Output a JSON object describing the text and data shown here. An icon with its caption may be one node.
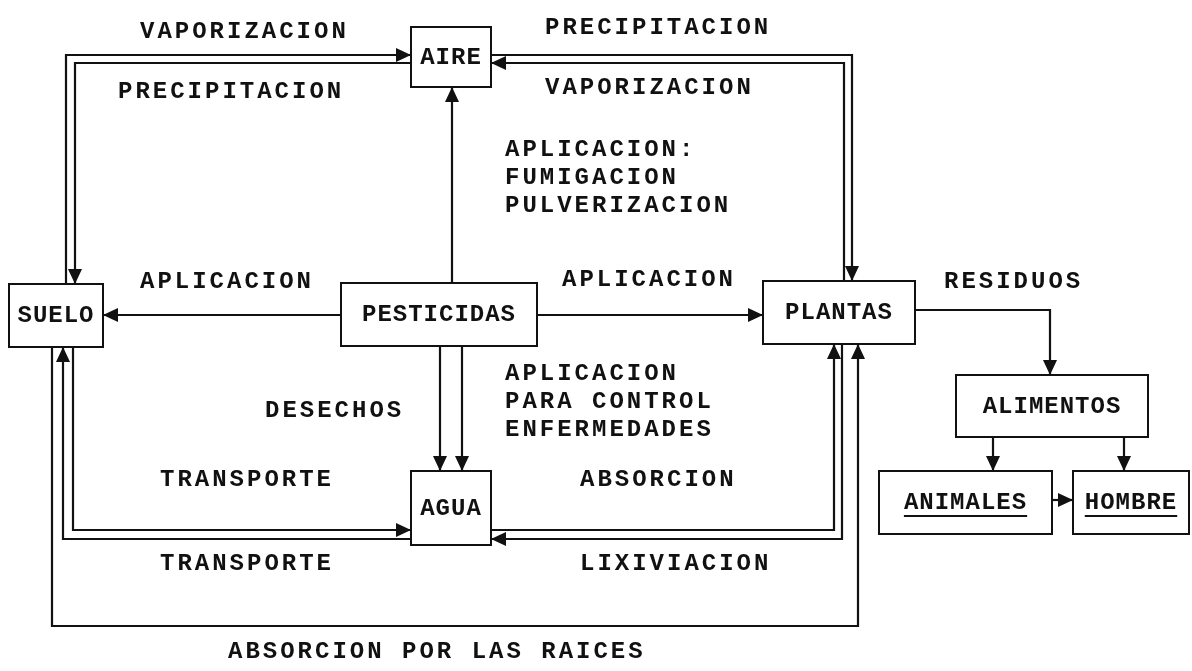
{
  "diagram": {
    "nodes": [
      {
        "text": [
          "AIRE"
        ]
      },
      {
        "text": [
          "SUELO"
        ]
      },
      {
        "text": [
          "PESTICIDAS"
        ]
      },
      {
        "text": [
          "PLANTAS"
        ]
      },
      {
        "text": [
          "ALIMENTOS"
        ]
      },
      {
        "text": [
          "AGUA"
        ]
      },
      {
        "text": [
          "ANIMALES"
        ]
      },
      {
        "text": [
          "HOMBRE"
        ]
      }
    ],
    "edges": [
      {
        "from": 1,
        "to": 0,
        "arrow": "to",
        "label": "VAPORIZACION"
      },
      {
        "from": 0,
        "to": 1,
        "arrow": "to",
        "label": "PRECIPITACION"
      },
      {
        "from": 0,
        "to": 3,
        "arrow": "to",
        "label": "PRECIPITACION"
      },
      {
        "from": 3,
        "to": 0,
        "arrow": "to",
        "label": "VAPORIZACION"
      },
      {
        "from": 2,
        "to": 0,
        "arrow": "to",
        "label": "APLICACION: FUMIGACION PULVERIZACION"
      },
      {
        "from": 2,
        "to": 1,
        "arrow": "to",
        "label": "APLICACION"
      },
      {
        "from": 2,
        "to": 3,
        "arrow": "to",
        "label": "APLICACION"
      },
      {
        "from": 2,
        "to": 5,
        "arrow": "to",
        "label": "DESECHOS"
      },
      {
        "from": 2,
        "to": 5,
        "arrow": "to",
        "label": "APLICACION PARA CONTROL ENFERMEDADES"
      },
      {
        "from": 1,
        "to": 5,
        "arrow": "to",
        "label": "TRANSPORTE"
      },
      {
        "from": 5,
        "to": 1,
        "arrow": "to",
        "label": "TRANSPORTE"
      },
      {
        "from": 5,
        "to": 3,
        "arrow": "to",
        "label": "ABSORCION"
      },
      {
        "from": 3,
        "to": 5,
        "arrow": "to",
        "label": "LIXIVIACION"
      },
      {
        "from": 1,
        "to": 3,
        "arrow": "to",
        "label": "ABSORCION POR LAS RAICES"
      },
      {
        "from": 3,
        "to": 4,
        "arrow": "to",
        "label": "RESIDUOS"
      },
      {
        "from": 4,
        "to": 6,
        "arrow": "to"
      },
      {
        "from": 4,
        "to": 7,
        "arrow": "to"
      },
      {
        "from": 6,
        "to": 7,
        "arrow": "to"
      }
    ]
  }
}
